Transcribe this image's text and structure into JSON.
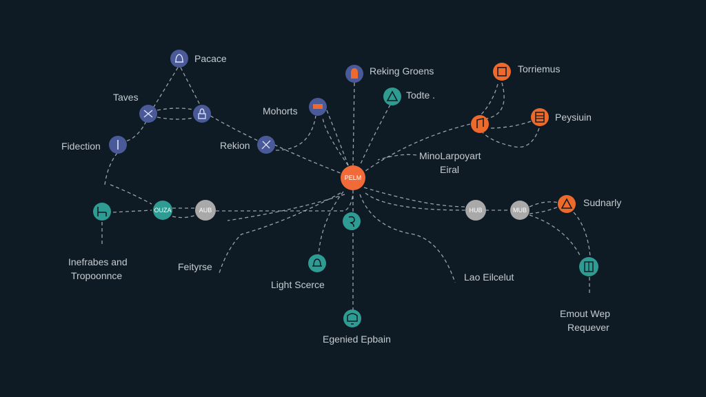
{
  "colors": {
    "background": "#0f1b24",
    "blue": "#4a5a98",
    "teal": "#2e9c93",
    "orange": "#ee6a2c",
    "gray": "#a9a9a9",
    "center": "#f26a38",
    "line": "#c9d0d6",
    "label": "#c5ccd2"
  },
  "nodes": {
    "center": {
      "text": "PELM"
    },
    "n_aub": {
      "text": "AUB"
    },
    "n_ouz": {
      "text": "OUZA"
    },
    "n_hub_right": {
      "text": "HUB"
    },
    "n_mub": {
      "text": "MUB"
    }
  },
  "labels": {
    "pacace": "Pacace",
    "taves": "Taves",
    "fidection": "Fidection",
    "mohorts": "Mohorts",
    "rekion": "Rekion",
    "reking_groens": "Reking Groens",
    "todte": "Todte .",
    "torriemus": "Torriemus",
    "peysiuin": "Peysiuin",
    "mino_line1": "MinoLarpoyart",
    "mino_line2": "Eiral",
    "sudnarly": "Sudnarly",
    "inefrabes_line1": "Inefrabes and",
    "inefrabes_line2": "Tropoonnce",
    "feityrse": "Feityrse",
    "light_scerce": "Light Scerce",
    "lao_eilcelut": "Lao Eilcelut",
    "egenied_epbain": "Egenied Epbain",
    "emout_line1": "Emout Wep",
    "emout_line2": "Requever"
  },
  "icons": {
    "pacace": "dome-icon",
    "taves_left": "scissors-icon",
    "taves_right": "lock-icon",
    "fidection": "bookmark-icon",
    "mohorts": "bed-icon",
    "rekion": "tool-icon",
    "reking": "lock-icon",
    "todte": "triangle-icon",
    "torriemus": "bed-icon",
    "music": "music-note-icon",
    "peysiuin": "server-icon",
    "teal_left": "chair-icon",
    "teal_mid": "swirl-icon",
    "light": "lamp-icon",
    "egenied": "monitor-icon",
    "sudnarly": "triangle-icon",
    "emout": "server-icon"
  }
}
